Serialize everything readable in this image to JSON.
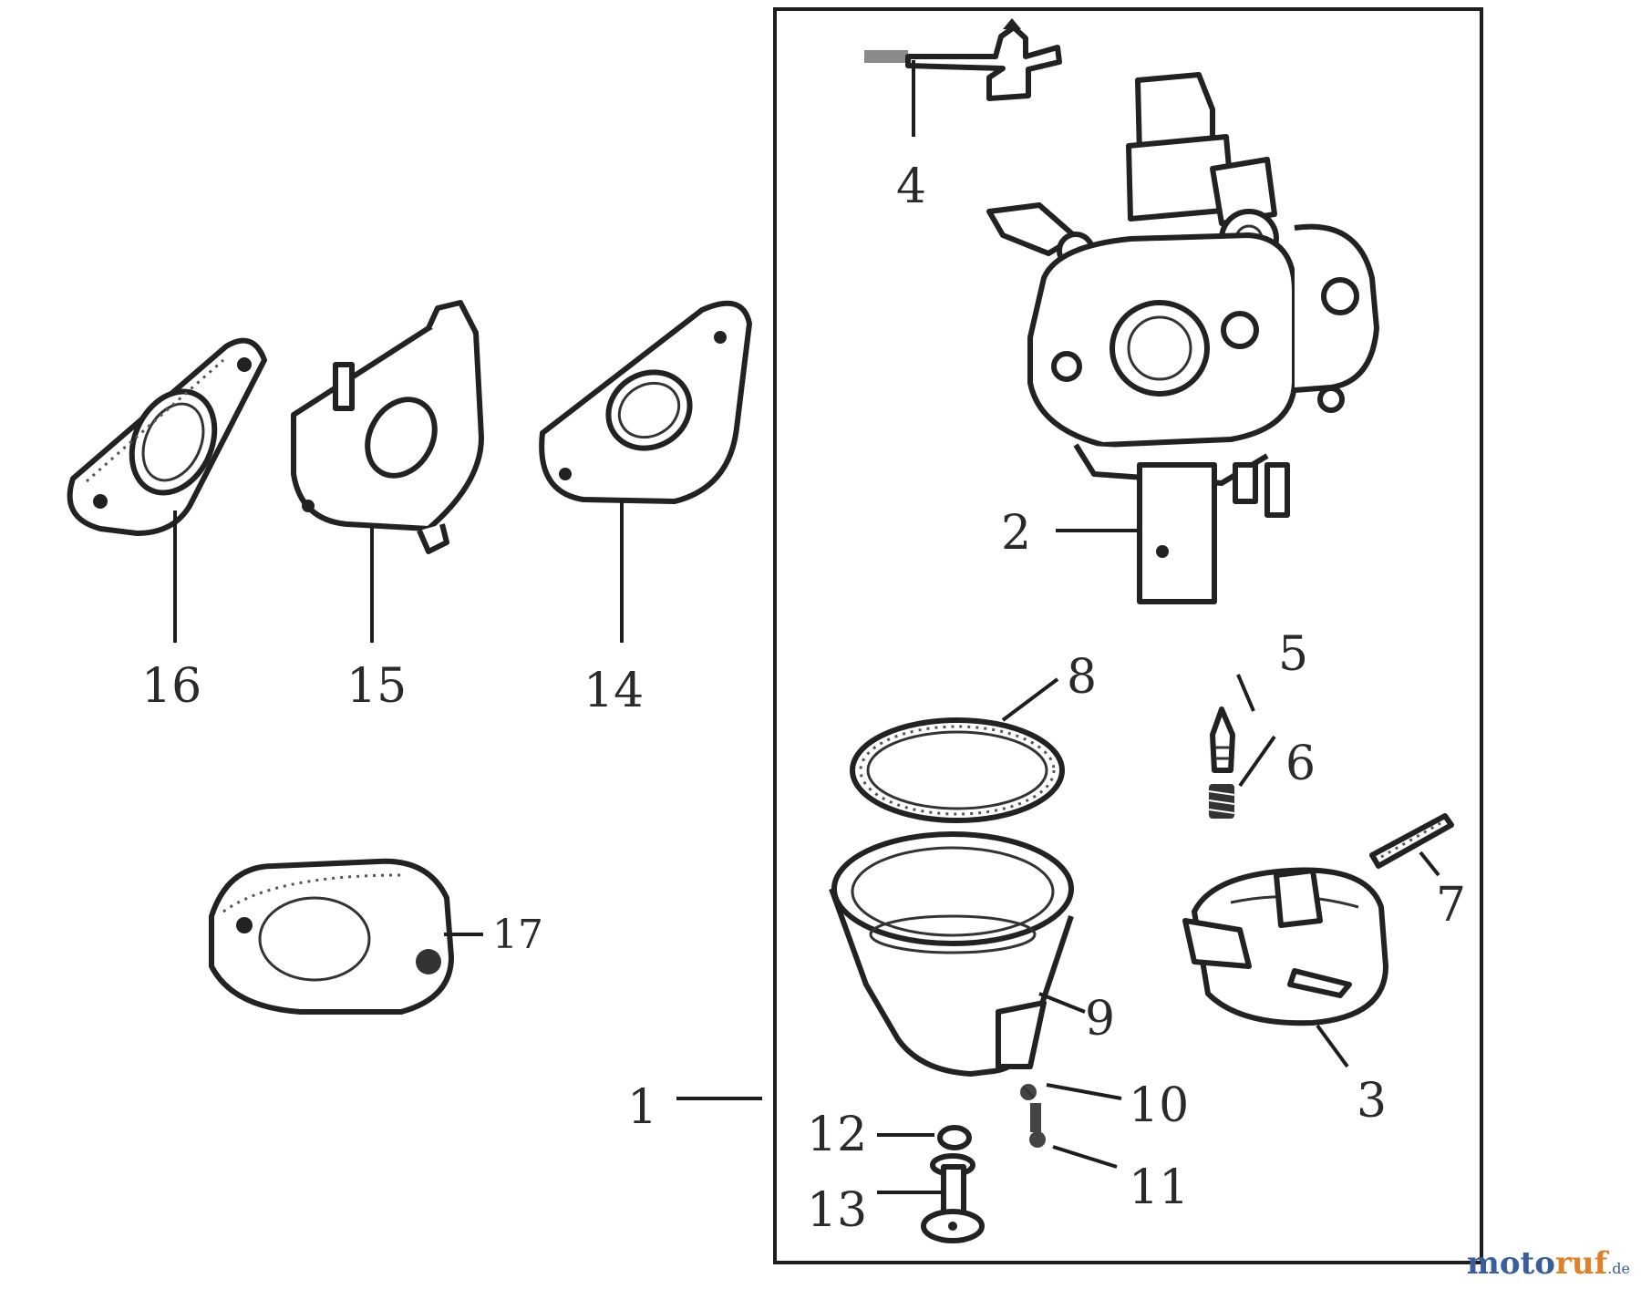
{
  "labels": {
    "l1": "1",
    "l2": "2",
    "l3": "3",
    "l4": "4",
    "l5": "5",
    "l6": "6",
    "l7": "7",
    "l8": "8",
    "l9": "9",
    "l10": "10",
    "l11": "11",
    "l12": "12",
    "l13": "13",
    "l14": "14",
    "l15": "15",
    "l16": "16",
    "l17": "17"
  },
  "watermark": {
    "main": "moto",
    "accent": "ruf",
    "tld": ".de"
  }
}
